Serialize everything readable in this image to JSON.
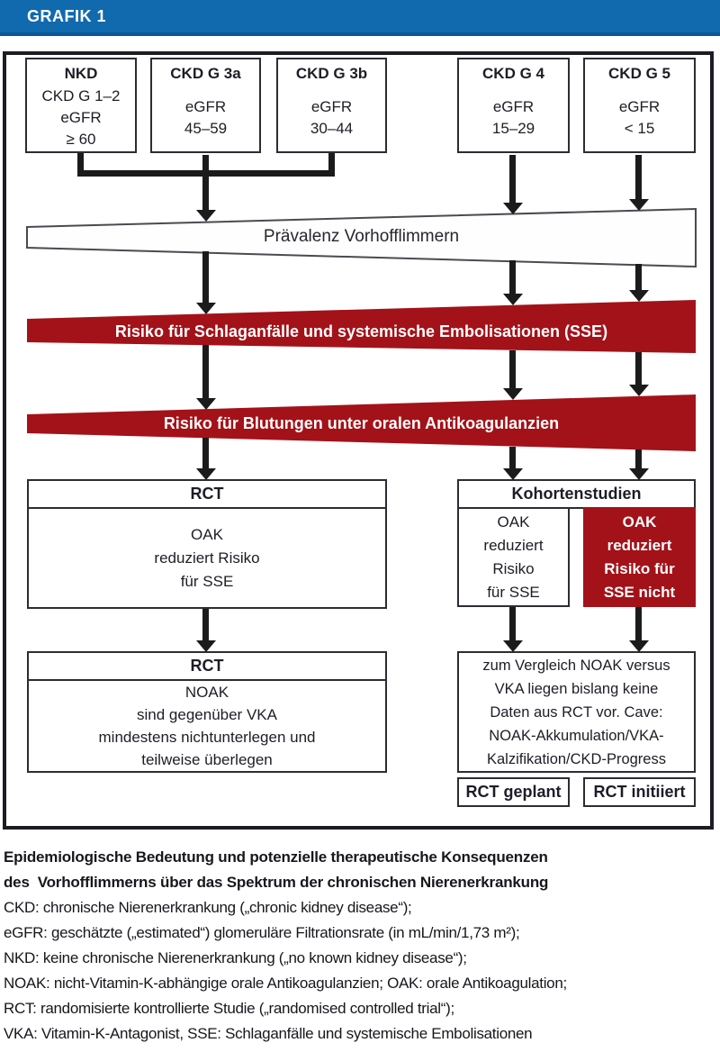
{
  "colors": {
    "header_blue": "#1169ae",
    "band_red": "#a31219"
  },
  "header": {
    "title": "GRAFIK 1"
  },
  "stages": [
    {
      "title": "NKD",
      "sub": "CKD G 1–2\neGFR\n≥ 60"
    },
    {
      "title": "CKD G 3a",
      "sub": "eGFR\n45–59"
    },
    {
      "title": "CKD G 3b",
      "sub": "eGFR\n30–44"
    },
    {
      "title": "CKD G 4",
      "sub": "eGFR\n15–29"
    },
    {
      "title": "CKD G 5",
      "sub": "eGFR\n< 15"
    }
  ],
  "bands": {
    "prevalence": "Prävalenz Vorhofflimmern",
    "risk_sse": "Risiko für Schlaganfälle und systemische Embolisationen (SSE)",
    "risk_bleeding": "Risiko für Blutungen unter oralen Antikoagulanzien"
  },
  "left_column": {
    "rct_header_1": "RCT",
    "oak_body": "OAK\nreduziert Risiko\nfür SSE",
    "rct_header_2": "RCT",
    "noak_body": "NOAK\nsind gegenüber VKA\nmindestens nichtunterlegen und\nteilweise überlegen"
  },
  "right_column": {
    "cohort_header": "Kohortenstudien",
    "oak_reduces": "OAK\nreduziert\nRisiko\nfür SSE",
    "oak_not_reduces": "OAK\nreduziert\nRisiko für\nSSE nicht",
    "cave_body": "zum Vergleich NOAK versus\nVKA liegen bislang keine\nDaten aus RCT vor. Cave:\nNOAK-Akkumulation/VKA-\nKalzifikation/CKD-Progress",
    "rct_planned": "RCT geplant",
    "rct_initiated": "RCT initiiert"
  },
  "caption": {
    "title": "Epidemiologische Bedeutung und potenzielle therapeutische Konsequenzen\ndes  Vorhofflimmerns über das Spektrum der chronischen Nierenerkrankung",
    "definitions": "CKD: chronische Nierenerkrankung („chronic kidney disease“);\neGFR: geschätzte („estimated“) glomeruläre Filtrationsrate (in mL/min/1,73 m²);\nNKD: keine chronische Nierenerkrankung („no known kidney disease“);\nNOAK: nicht-Vitamin-K-abhängige orale Antikoagulanzien; OAK: orale Antikoagulation;\nRCT: randomisierte kontrollierte Studie („randomised controlled trial“);\nVKA: Vitamin-K-Antagonist, SSE: Schlaganfälle und systemische Embolisationen"
  }
}
